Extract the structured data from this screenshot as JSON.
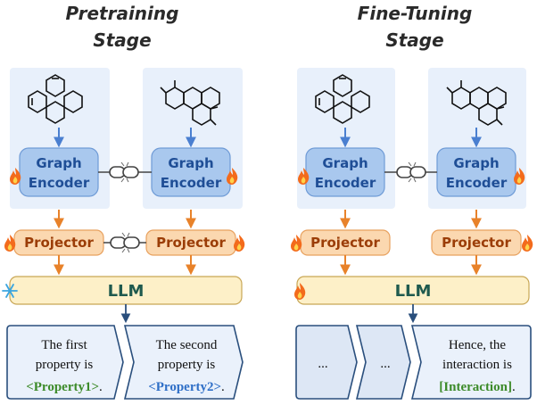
{
  "stages": {
    "pretraining": {
      "line1": "Pretraining",
      "line2": "Stage"
    },
    "finetuning": {
      "line1": "Fine-Tuning",
      "line2": "Stage"
    }
  },
  "blocks": {
    "graph_encoder_line1": "Graph",
    "graph_encoder_line2": "Encoder",
    "projector": "Projector",
    "llm": "LLM"
  },
  "outputs": {
    "pretraining": {
      "first": {
        "line1": "The first",
        "line2": "property is",
        "tag": "<Property1>",
        "tail": "."
      },
      "second": {
        "line1": "The second",
        "line2": "property is",
        "tag": "<Property2>",
        "tail": "."
      }
    },
    "finetuning": {
      "ellipsis1": "...",
      "ellipsis2": "...",
      "final": {
        "line1": "Hence, the",
        "line2": "interaction is",
        "tag": "[Interaction]",
        "tail": "."
      }
    }
  },
  "icons": [
    "fire-icon",
    "snowflake-icon",
    "link-chain-icon",
    "molecule-icon"
  ],
  "colors": {
    "encoder_fill": "#a9c8ee",
    "panel_fill": "#e8f0fb",
    "projector_fill": "#fbd8b0",
    "llm_fill": "#fdf0c8",
    "arrow_blue": "#4a7fd0",
    "arrow_orange": "#e8822a",
    "output_fill": "#eaf1fb",
    "output_stroke": "#2a4f7d"
  }
}
